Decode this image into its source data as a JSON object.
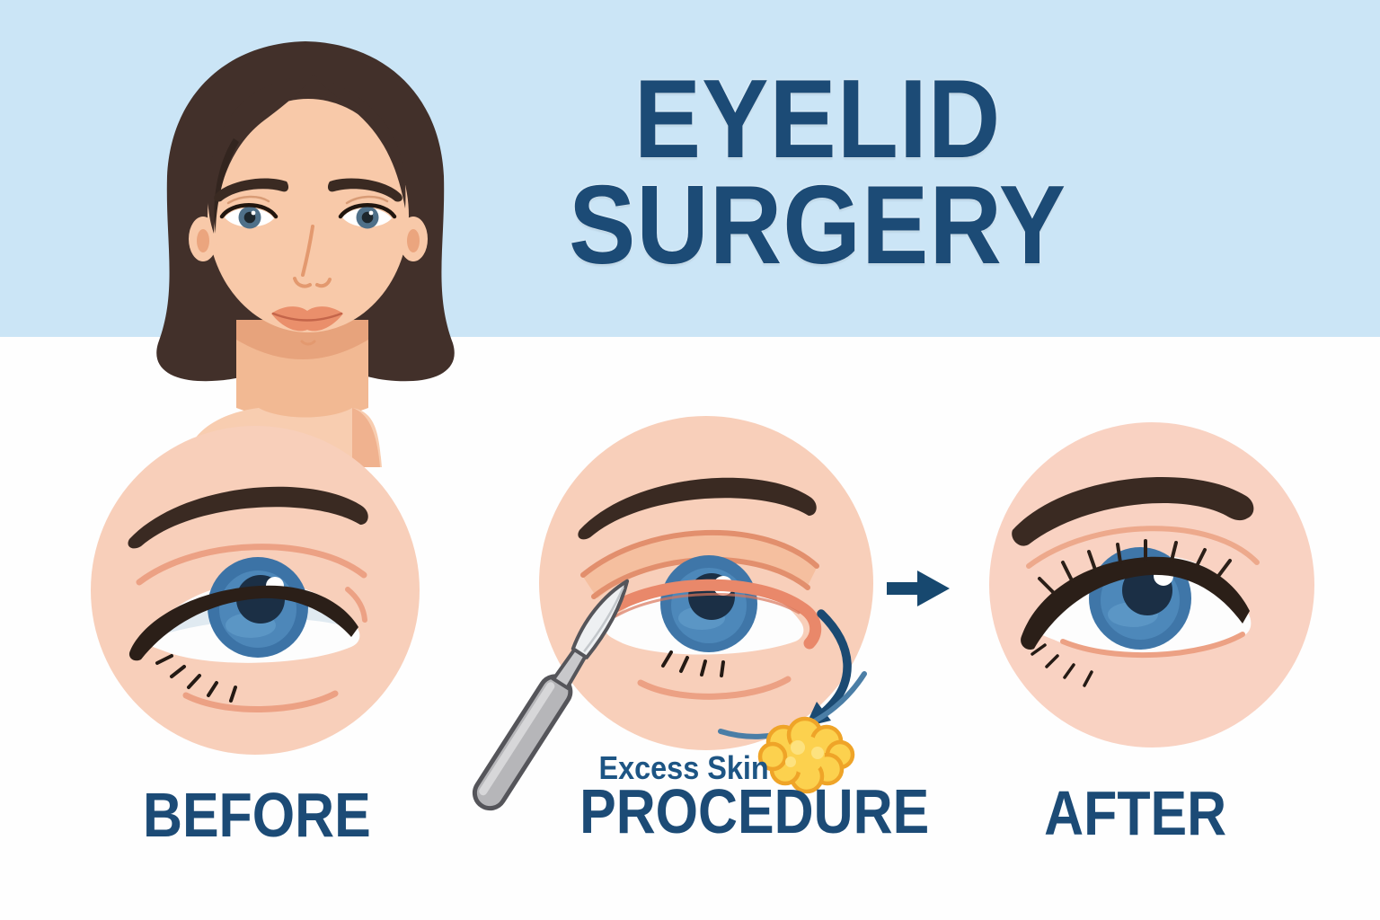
{
  "header": {
    "title_line1": "EYELID",
    "title_line2": "SURGERY"
  },
  "stages": {
    "before": {
      "label": "BEFORE"
    },
    "procedure": {
      "label": "PROCEDURE",
      "annotation": "Excess Skin"
    },
    "after": {
      "label": "AFTER"
    }
  },
  "colors": {
    "band_blue": "#cbe5f6",
    "heading_navy": "#1c4b76",
    "annotation_navy": "#1d5584",
    "circle_skin": "#f8cfba",
    "face_skin": "#f8c9a9",
    "hair_brown": "#42302a",
    "iris_blue": "#3f76a8",
    "arrow_navy": "#1b4a72",
    "incision_salmon": "#e9886a",
    "excess_blob_yellow": "#fcd14e",
    "scalpel_gray": "#b6b6b9"
  }
}
